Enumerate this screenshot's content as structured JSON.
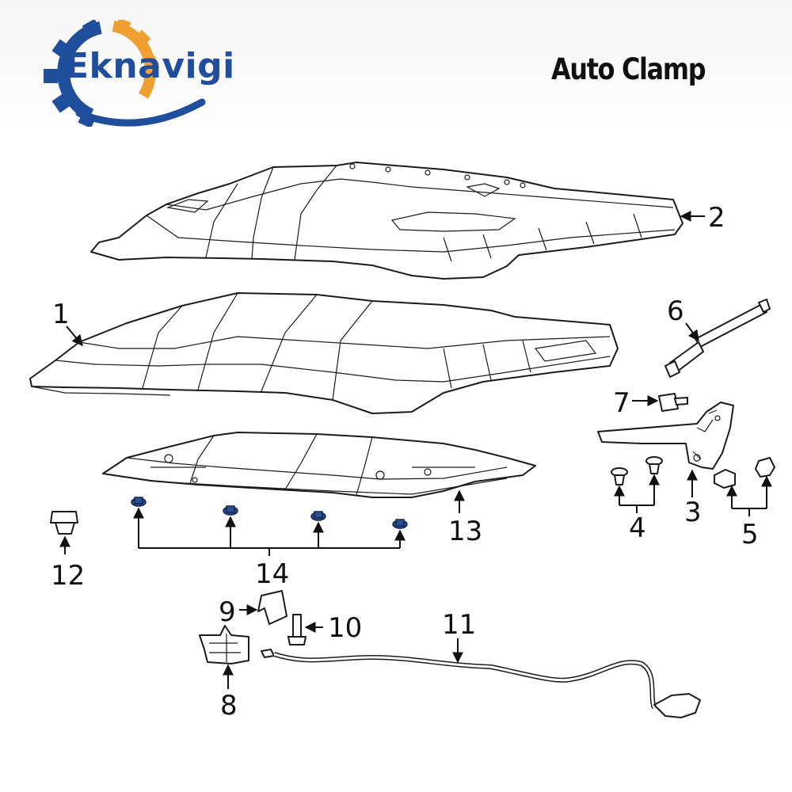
{
  "header": {
    "brand": "Eknavigi",
    "title": "Auto Clamp"
  },
  "colors": {
    "brand_blue": "#1f4e9c",
    "brand_orange": "#f0a030",
    "clip_blue": "#2c4f8f",
    "line": "#1b1b1b"
  },
  "icons": [
    "gear-logo-icon"
  ],
  "callouts": [
    "1",
    "2",
    "3",
    "4",
    "5",
    "6",
    "7",
    "8",
    "9",
    "10",
    "11",
    "12",
    "13",
    "14"
  ]
}
